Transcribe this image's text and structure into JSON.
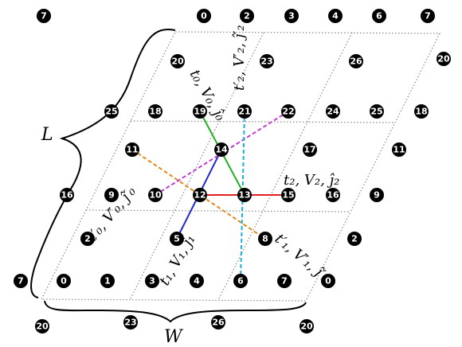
{
  "brace_labels": {
    "left": "L",
    "bottom": "W"
  },
  "colors": {
    "blue": "#1f2bd0",
    "green": "#22b022",
    "red": "#e02020",
    "orange": "#e08a1a",
    "magenta": "#c43ad0",
    "cyan": "#1ab0d8",
    "grid": "#888888",
    "node": "#000000"
  },
  "nodes": [
    {
      "id": "n-top-7a",
      "label": "7"
    },
    {
      "id": "n-top-0",
      "label": "0"
    },
    {
      "id": "n-top-2",
      "label": "2"
    },
    {
      "id": "n-top-3",
      "label": "3"
    },
    {
      "id": "n-top-4",
      "label": "4"
    },
    {
      "id": "n-top-6",
      "label": "6"
    },
    {
      "id": "n-top-7b",
      "label": "7"
    },
    {
      "id": "n-20a",
      "label": "20"
    },
    {
      "id": "n-23a",
      "label": "23"
    },
    {
      "id": "n-26a",
      "label": "26"
    },
    {
      "id": "n-20b",
      "label": "20"
    },
    {
      "id": "n-25a",
      "label": "25"
    },
    {
      "id": "n-18a",
      "label": "18"
    },
    {
      "id": "n-19",
      "label": "19"
    },
    {
      "id": "n-21",
      "label": "21"
    },
    {
      "id": "n-22",
      "label": "22"
    },
    {
      "id": "n-24",
      "label": "24"
    },
    {
      "id": "n-25b",
      "label": "25"
    },
    {
      "id": "n-18b",
      "label": "18"
    },
    {
      "id": "n-11a",
      "label": "11"
    },
    {
      "id": "n-14",
      "label": "14"
    },
    {
      "id": "n-17",
      "label": "17"
    },
    {
      "id": "n-11b",
      "label": "11"
    },
    {
      "id": "n-16a",
      "label": "16"
    },
    {
      "id": "n-9a",
      "label": "9"
    },
    {
      "id": "n-10",
      "label": "10"
    },
    {
      "id": "n-12",
      "label": "12"
    },
    {
      "id": "n-13",
      "label": "13"
    },
    {
      "id": "n-15",
      "label": "15"
    },
    {
      "id": "n-16b",
      "label": "16"
    },
    {
      "id": "n-9b",
      "label": "9"
    },
    {
      "id": "n-2a",
      "label": "2"
    },
    {
      "id": "n-5",
      "label": "5"
    },
    {
      "id": "n-8",
      "label": "8"
    },
    {
      "id": "n-2b",
      "label": "2"
    },
    {
      "id": "n-7c",
      "label": "7"
    },
    {
      "id": "n-bot-0a",
      "label": "0"
    },
    {
      "id": "n-bot-1",
      "label": "1"
    },
    {
      "id": "n-bot-3",
      "label": "3"
    },
    {
      "id": "n-bot-4",
      "label": "4"
    },
    {
      "id": "n-bot-6",
      "label": "6"
    },
    {
      "id": "n-bot-7",
      "label": "7"
    },
    {
      "id": "n-bot-0b",
      "label": "0"
    },
    {
      "id": "n-20c",
      "label": "20"
    },
    {
      "id": "n-23b",
      "label": "23"
    },
    {
      "id": "n-26b",
      "label": "26"
    },
    {
      "id": "n-20d",
      "label": "20"
    }
  ],
  "edges": [
    {
      "id": "edge-blue",
      "color": "blue",
      "from": "n-5",
      "to": "n-14"
    },
    {
      "id": "edge-green",
      "color": "green",
      "from": "n-19",
      "to": "n-13"
    },
    {
      "id": "edge-red",
      "color": "red",
      "from": "n-12",
      "to": "n-15"
    },
    {
      "id": "edge-orange",
      "color": "orange",
      "from": "n-11a",
      "to": "n-8",
      "dashed": true
    },
    {
      "id": "edge-magenta",
      "color": "magenta",
      "from": "n-10",
      "to": "n-22",
      "dashed": true
    },
    {
      "id": "edge-cyan",
      "color": "cyan",
      "from": "n-21",
      "to": "n-bot-6",
      "dashed": true
    }
  ],
  "edge_labels": [
    {
      "id": "lbl-t1",
      "text": "t₁, V₁, ĵ₁"
    },
    {
      "id": "lbl-t0",
      "text": "t₀, V₀, ĵ₀"
    },
    {
      "id": "lbl-t2",
      "text": "t₂, V₂, ĵ₂"
    },
    {
      "id": "lbl-t1p",
      "text": "t′₁, V′₁, ĵ′₁"
    },
    {
      "id": "lbl-t0p",
      "text": "t′₀, V′₀, ĵ′₀"
    },
    {
      "id": "lbl-t2p",
      "text": "t′₂, V′₂, ĵ′₂"
    }
  ]
}
